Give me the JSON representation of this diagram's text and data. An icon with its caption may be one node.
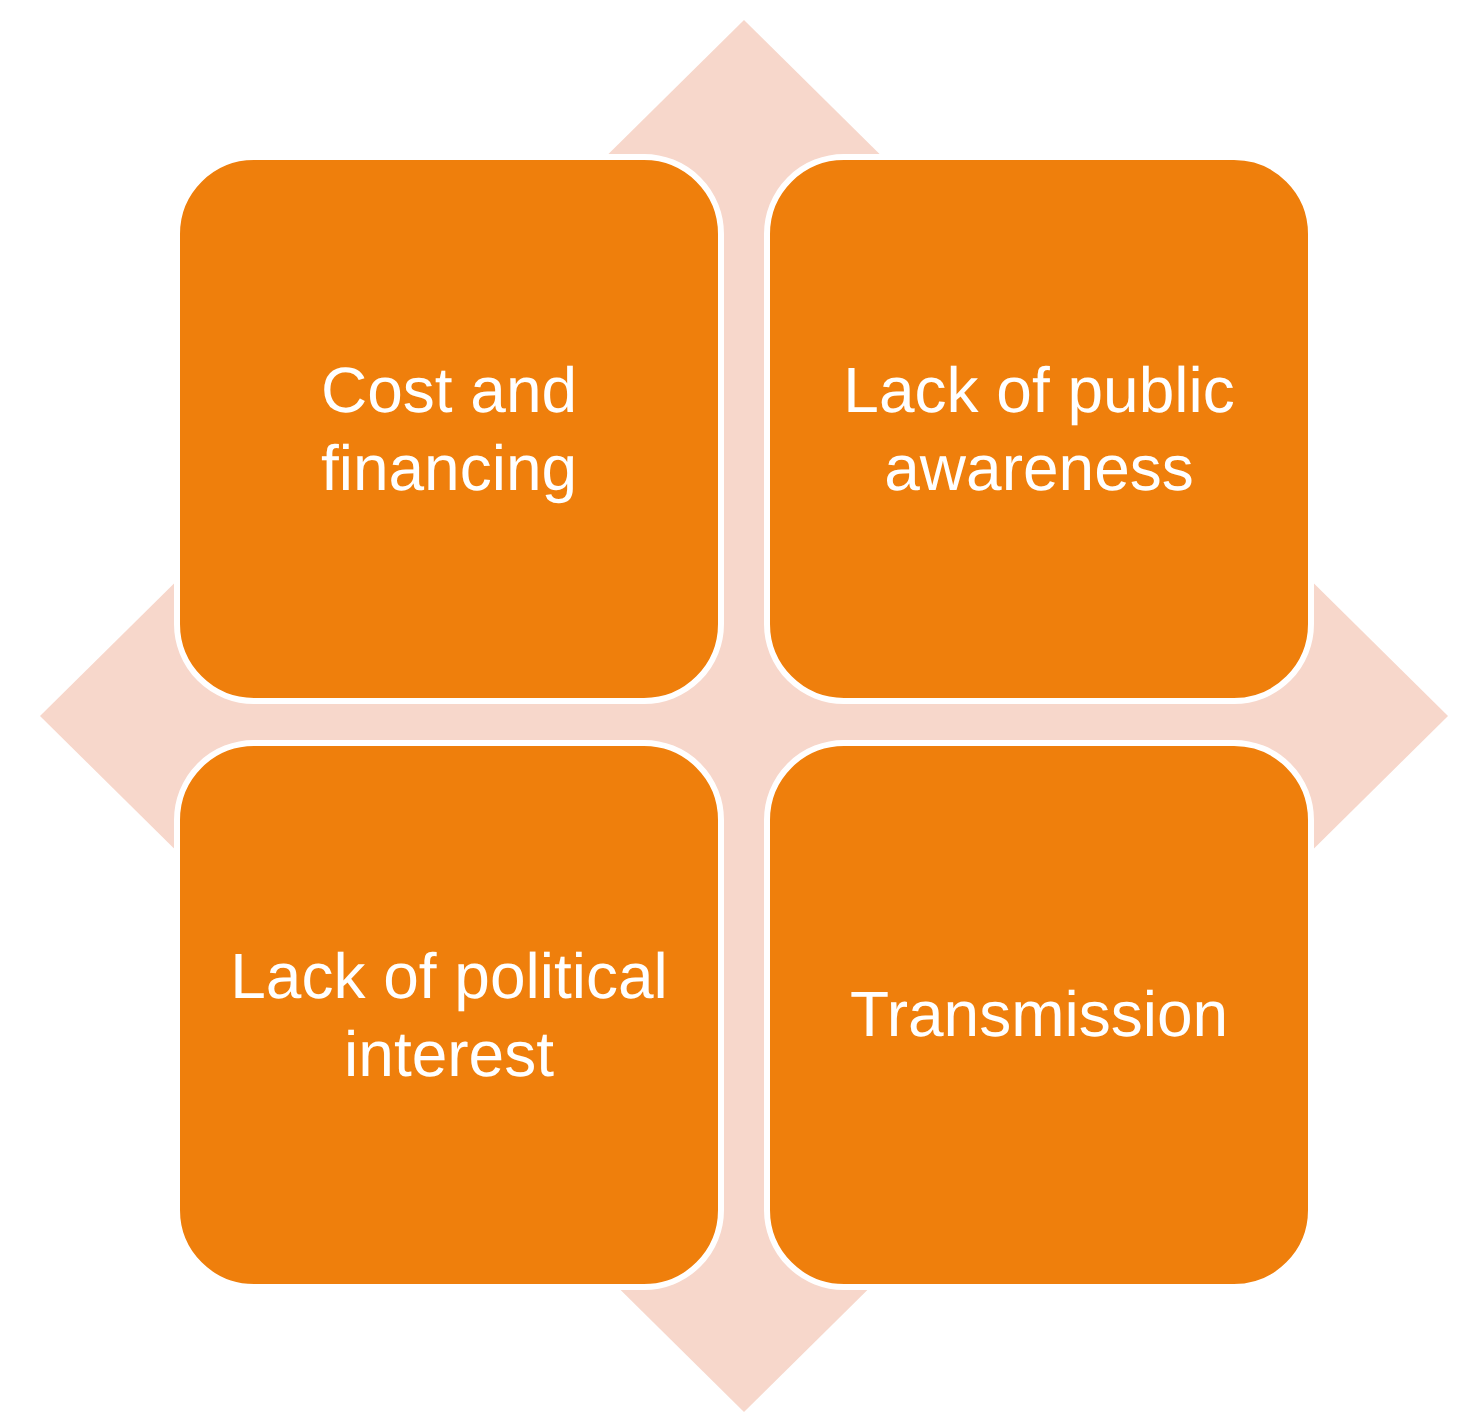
{
  "diagram": {
    "nodes": [
      {
        "text": [
          "Cost and financing"
        ]
      },
      {
        "text": [
          "Lack of public awareness"
        ]
      },
      {
        "text": [
          "Lack of political interest"
        ]
      },
      {
        "text": [
          "Transmission"
        ]
      }
    ]
  }
}
